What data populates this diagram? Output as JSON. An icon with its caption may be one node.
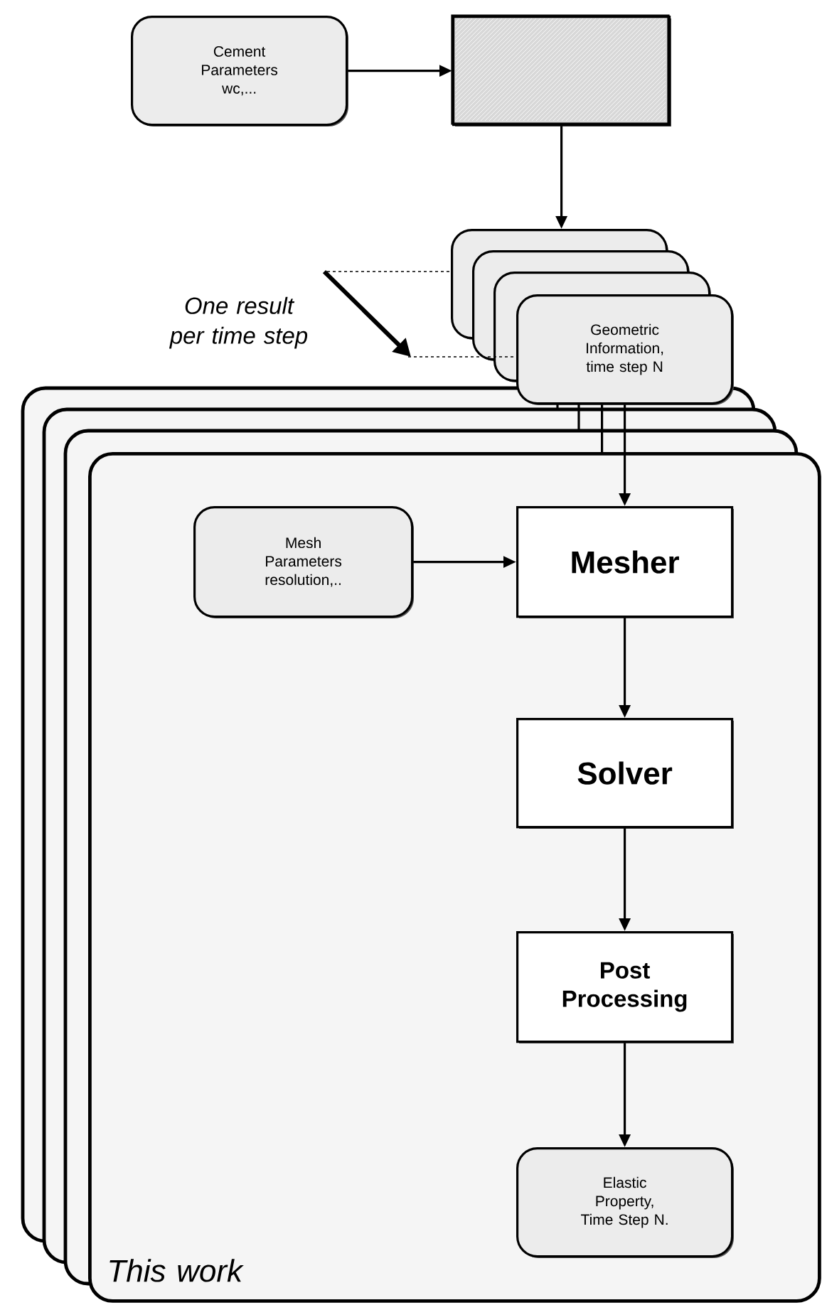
{
  "diagram": {
    "nodes": [
      {
        "text": [
          "Cement Parameters wc,..."
        ]
      },
      {
        "text": [],
        "shape": "box"
      },
      {
        "text": [],
        "shape": "box"
      },
      {
        "text": [],
        "shape": "box"
      },
      {
        "text": [],
        "shape": "box"
      },
      {
        "text": [
          "Geometric Information, time step N"
        ]
      },
      {
        "text": [
          "This work"
        ]
      },
      {
        "text": [
          "Mesh Parameters resolution,.."
        ],
        "in": 6
      },
      {
        "text": [
          "Mesher"
        ],
        "in": 6
      },
      {
        "text": [
          "Solver"
        ],
        "in": 6
      },
      {
        "text": [
          "Post Processing"
        ],
        "in": 6
      },
      {
        "text": [
          "Elastic Property, Time Step N."
        ],
        "in": 6
      }
    ],
    "edges": [
      {
        "from": 0,
        "to": 1,
        "arrow": "to"
      },
      {
        "from": 1,
        "to": 2,
        "arrow": "to"
      },
      {
        "from": 5,
        "to": 8,
        "arrow": "to"
      },
      {
        "from": 5,
        "to": 6,
        "arrow": "none"
      },
      {
        "from": 7,
        "to": 8,
        "arrow": "to"
      },
      {
        "from": 8,
        "to": 9,
        "arrow": "to"
      },
      {
        "from": 9,
        "to": 10,
        "arrow": "to"
      },
      {
        "from": 10,
        "to": 11,
        "arrow": "to"
      }
    ],
    "labels": [
      "One result per time step"
    ]
  }
}
